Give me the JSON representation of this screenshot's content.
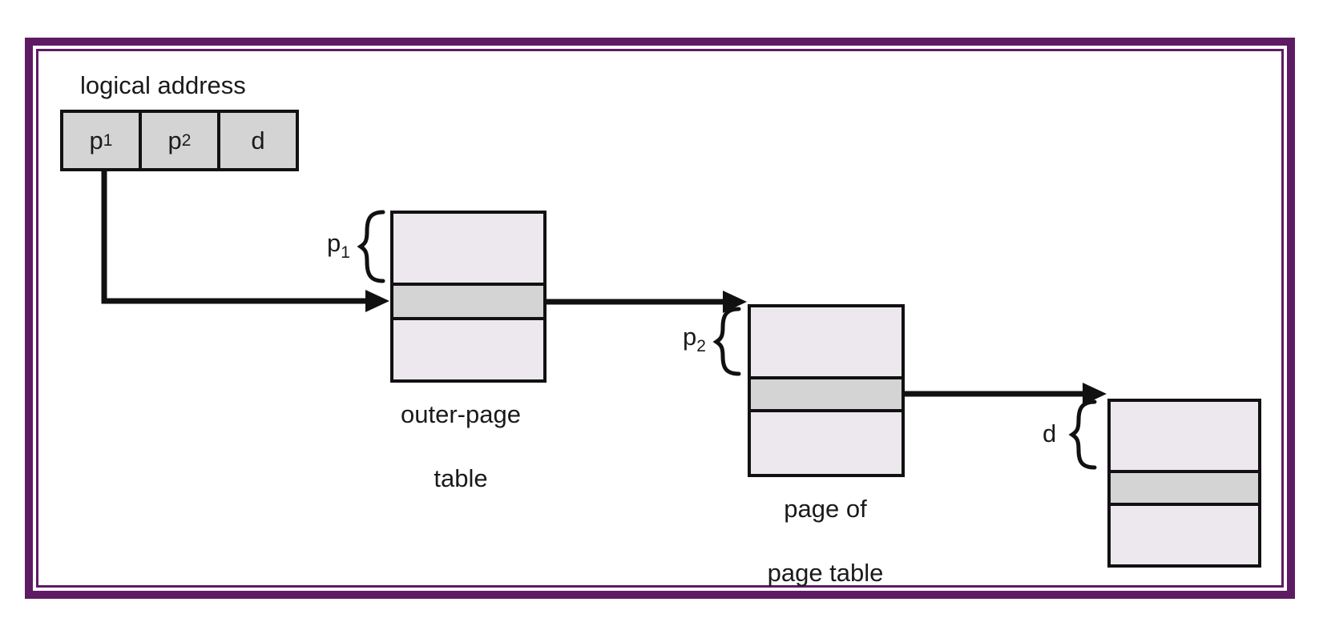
{
  "figure": {
    "description": "Address translation for a two-level paging architecture",
    "logical_address": {
      "label": "logical address",
      "fields": [
        {
          "base": "p",
          "sub": "1"
        },
        {
          "base": "p",
          "sub": "2"
        },
        {
          "base": "d",
          "sub": ""
        }
      ]
    },
    "tables": {
      "outer": {
        "label_line1": "outer-page",
        "label_line2": "table",
        "rows": 3,
        "highlighted_row_index": 2,
        "brace_base": "p",
        "brace_sub": "1"
      },
      "page": {
        "label_line1": "page of",
        "label_line2": "page table",
        "rows": 3,
        "highlighted_row_index": 2,
        "brace_base": "p",
        "brace_sub": "2"
      },
      "frame": {
        "label_line1": "",
        "label_line2": "",
        "rows": 3,
        "highlighted_row_index": 2,
        "brace_base": "d",
        "brace_sub": ""
      }
    },
    "colors": {
      "frame_purple": "#5e1b64",
      "cell_gray": "#d4d4d4",
      "table_light": "#ece8ed",
      "highlight_gray": "#d4d4d4",
      "line_black": "#111111"
    }
  }
}
